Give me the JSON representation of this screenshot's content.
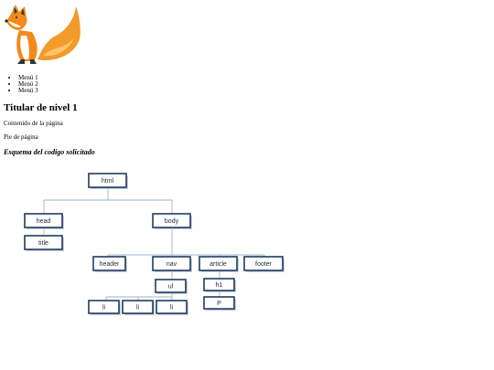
{
  "menu": {
    "items": [
      "Menú 1",
      "Menú 2",
      "Menú 3"
    ]
  },
  "heading": "Titular de nivel 1",
  "content_text": "Contenido de la página",
  "footer_text": "Pie de página",
  "caption": "Esquema del codigo solicitado",
  "tree": {
    "html": "html",
    "head": "head",
    "title": "title",
    "body": "body",
    "header": "header",
    "nav": "nav",
    "article": "article",
    "footer": "footer",
    "ul": "ul",
    "li_1": "li",
    "li_2": "li",
    "li_3": "li",
    "h1": "h1",
    "p": "P"
  },
  "colors": {
    "node_border": "#1f3b60",
    "edge": "#9fb3cc",
    "fox_orange": "#f28a1e"
  }
}
